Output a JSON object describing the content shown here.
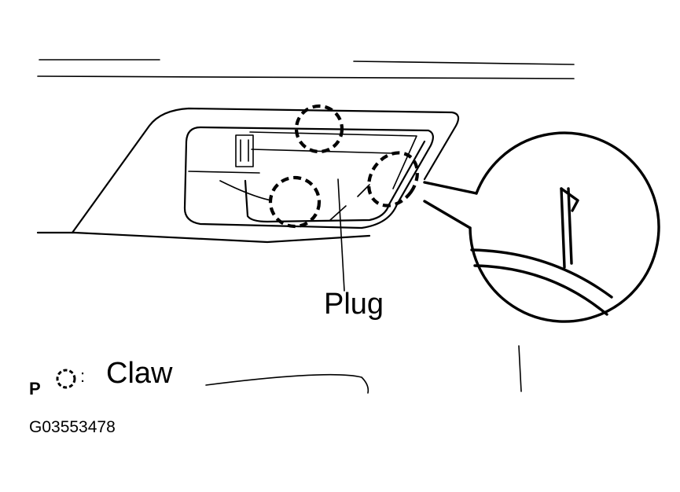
{
  "callout": {
    "plug": "Plug"
  },
  "legend": {
    "prefix": "P",
    "colon": ":",
    "claw": "Claw"
  },
  "figure_code": "G03553478"
}
